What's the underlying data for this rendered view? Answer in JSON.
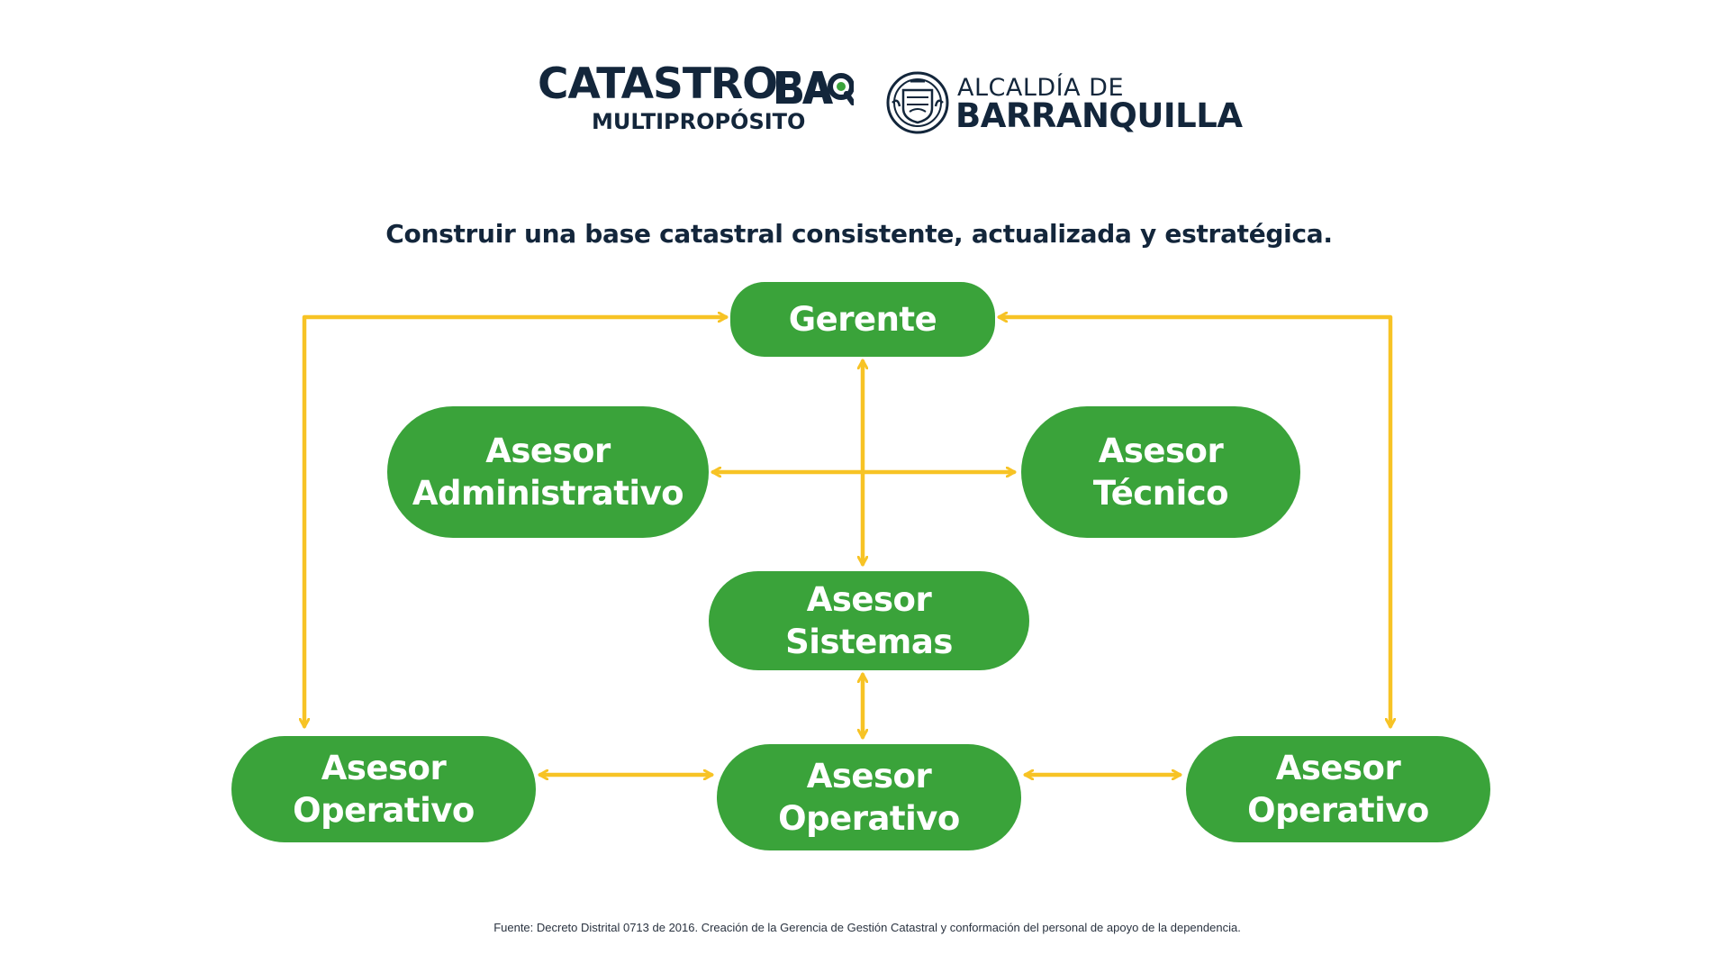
{
  "logos": {
    "catastro": {
      "word": "CATASTRO",
      "suffix": "BAQ",
      "subtitle": "MULTIPROPÓSITO"
    },
    "alcaldia": {
      "line1": "ALCALDÍA DE",
      "line2": "BARRANQUILLA"
    }
  },
  "heading": "Construir una base catastral consistente, actualizada y estratégica.",
  "nodes": {
    "gerente": {
      "line1": "Gerente"
    },
    "asesor_administrativo": {
      "line1": "Asesor",
      "line2": "Administrativo"
    },
    "asesor_tecnico": {
      "line1": "Asesor",
      "line2": "Técnico"
    },
    "asesor_sistemas": {
      "line1": "Asesor",
      "line2": "Sistemas"
    },
    "asesor_operativo_izq": {
      "line1": "Asesor",
      "line2": "Operativo"
    },
    "asesor_operativo_centro": {
      "line1": "Asesor",
      "line2": "Operativo"
    },
    "asesor_operativo_der": {
      "line1": "Asesor",
      "line2": "Operativo"
    }
  },
  "connections": [
    {
      "from": "gerente",
      "to": "asesor_operativo_izq",
      "arrows": "both"
    },
    {
      "from": "gerente",
      "to": "asesor_operativo_der",
      "arrows": "both"
    },
    {
      "from": "gerente",
      "to": "asesor_sistemas",
      "arrows": "both"
    },
    {
      "from": "asesor_administrativo",
      "to": "asesor_tecnico",
      "arrows": "both"
    },
    {
      "from": "asesor_sistemas",
      "to": "asesor_operativo_centro",
      "arrows": "both"
    },
    {
      "from": "asesor_operativo_izq",
      "to": "asesor_operativo_centro",
      "arrows": "both"
    },
    {
      "from": "asesor_operativo_centro",
      "to": "asesor_operativo_der",
      "arrows": "both"
    }
  ],
  "colors": {
    "node_fill": "#3aa33a",
    "node_text": "#ffffff",
    "connector": "#f7c325",
    "heading_text": "#13263b",
    "logo_accent_green": "#3aa33a"
  },
  "source": "Fuente: Decreto Distrital 0713 de 2016. Creación de la Gerencia de Gestión Catastral y conformación del personal de apoyo de la dependencia."
}
